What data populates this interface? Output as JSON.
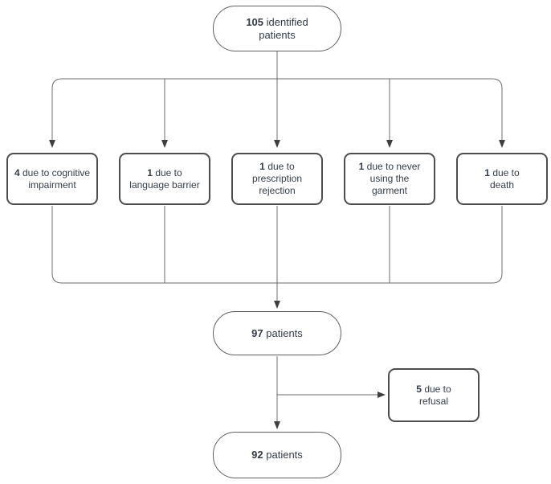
{
  "diagram": {
    "type": "patient-flowchart",
    "nodes": {
      "start": {
        "value": "105",
        "label": "identified patients"
      },
      "excl_cognitive": {
        "value": "4",
        "label": "due to cognitive impairment"
      },
      "excl_language": {
        "value": "1",
        "label": "due to language barrier"
      },
      "excl_prescription": {
        "value": "1",
        "label": "due to prescription rejection"
      },
      "excl_garment": {
        "value": "1",
        "label": "due to never using the garment"
      },
      "excl_death": {
        "value": "1",
        "label": "due to death"
      },
      "mid": {
        "value": "97",
        "label": "patients"
      },
      "excl_refusal": {
        "value": "5",
        "label": "due to refusal"
      },
      "end": {
        "value": "92",
        "label": "patients"
      }
    },
    "colors": {
      "background": "#ffffff",
      "box_border": "#4d4d4d",
      "terminator_border": "#606060",
      "connector_line": "#6b6b6b",
      "arrowhead": "#3f3f3f",
      "text": "#333c46"
    }
  }
}
